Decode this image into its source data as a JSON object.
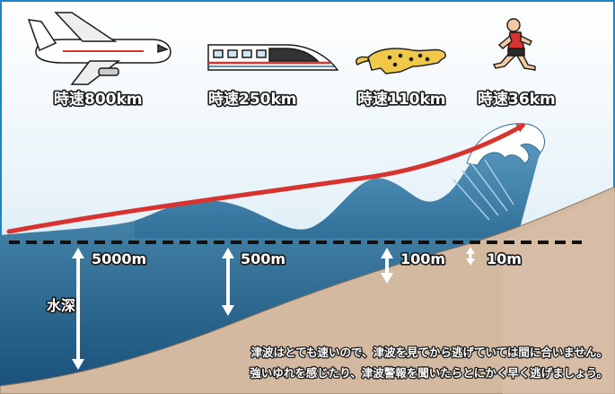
{
  "speeds": [
    {
      "vehicle": "airplane",
      "label": "時速800km"
    },
    {
      "vehicle": "bullet-train",
      "label": "時速250km"
    },
    {
      "vehicle": "cheetah",
      "label": "時速110km"
    },
    {
      "vehicle": "runner",
      "label": "時速36km"
    }
  ],
  "depths": [
    {
      "label": "5000m"
    },
    {
      "label": "500m"
    },
    {
      "label": "100m"
    },
    {
      "label": "10m"
    }
  ],
  "depth_axis_label": "水深",
  "note_lines": [
    "津波はとても速いので、津波を見てから逃げていては間に合いません。",
    "強いゆれを感じたり、津波警報を聞いたらとにかく早く逃げましょう。"
  ],
  "colors": {
    "sky": "#cfe6f2",
    "sea_surface": "#4f8fb3",
    "sea_deep": "#1d5b86",
    "wave": "#3d7fa6",
    "seabed": "#d4b9a1",
    "arrow": "#d8332f",
    "frame": "#1a86c8"
  }
}
